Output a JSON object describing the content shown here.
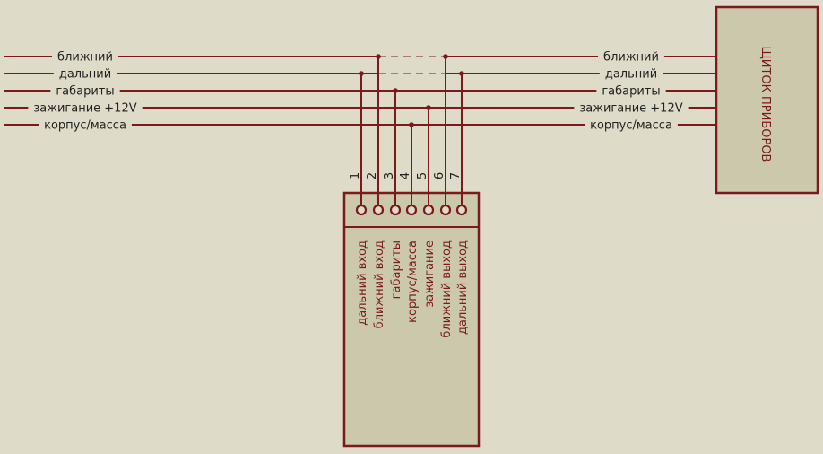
{
  "colors": {
    "background": "#dedbc8",
    "wire": "#7a1a1a",
    "block_fill": "#cbc8ac",
    "text": "#222222"
  },
  "left_labels": [
    "ближний",
    "дальний",
    "габариты",
    "зажигание +12V",
    "корпус/масса"
  ],
  "right_labels": [
    "ближний",
    "дальний",
    "габариты",
    "зажигание +12V",
    "корпус/масса"
  ],
  "panel": {
    "title": "ЩИТОК ПРИБОРОВ"
  },
  "module": {
    "pins": [
      {
        "number": "1",
        "name": "дальний вход"
      },
      {
        "number": "2",
        "name": "ближний вход"
      },
      {
        "number": "3",
        "name": "габариты"
      },
      {
        "number": "4",
        "name": "корпус/масса"
      },
      {
        "number": "5",
        "name": "зажигание"
      },
      {
        "number": "6",
        "name": "ближний выход"
      },
      {
        "number": "7",
        "name": "дальний выход"
      }
    ]
  }
}
